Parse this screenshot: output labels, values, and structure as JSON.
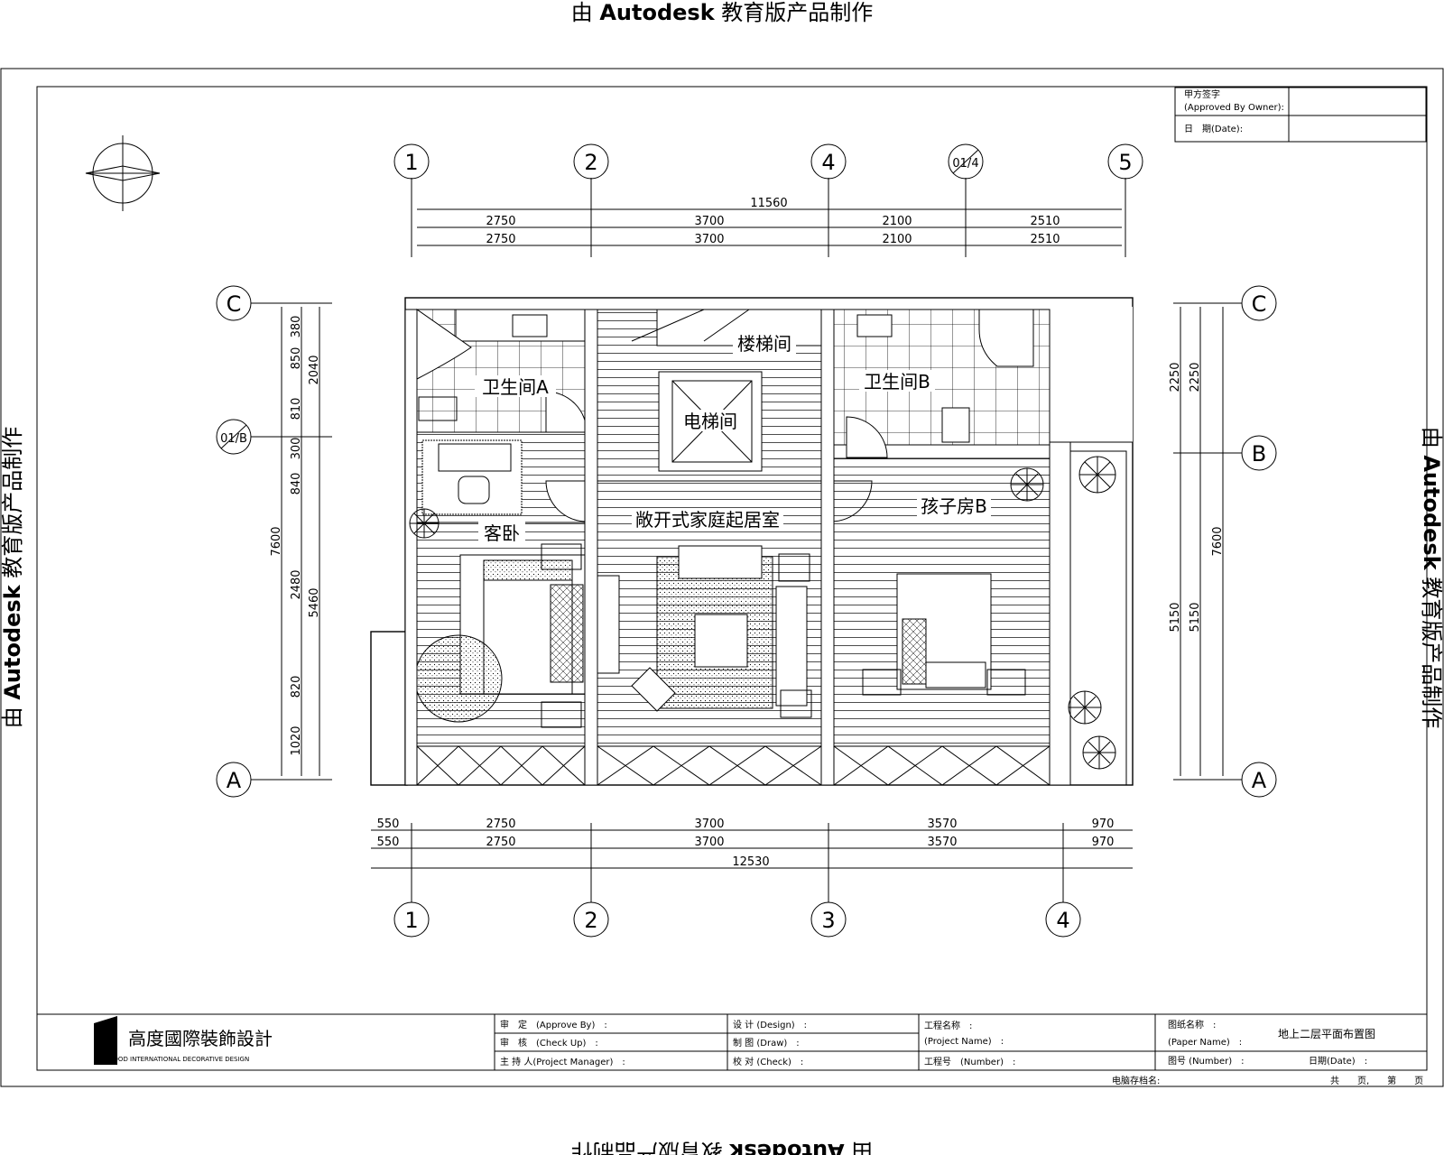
{
  "watermark": {
    "pre": "由 ",
    "brand": "Autodesk",
    "post": " 教育版产品制作"
  },
  "rooms": {
    "bath_a": "卫生间A",
    "stair": "楼梯间",
    "elevator": "电梯间",
    "bath_b": "卫生间B",
    "living": "敞开式家庭起居室",
    "guest": "客卧",
    "child": "孩子房B"
  },
  "top_axes": [
    "1",
    "2",
    "4",
    "01/4",
    "5"
  ],
  "bottom_axes": [
    "1",
    "2",
    "3",
    "4"
  ],
  "left_axes": [
    "C",
    "01/B",
    "A"
  ],
  "right_axes": [
    "C",
    "B",
    "A"
  ],
  "dims_top": {
    "total": "11560",
    "row1": [
      "2750",
      "3700",
      "2100",
      "2510"
    ],
    "row2": [
      "2750",
      "3700",
      "2100",
      "2510"
    ]
  },
  "dims_bottom": {
    "total": "12530",
    "row1": [
      "550",
      "2750",
      "3700",
      "3570",
      "970"
    ],
    "row2": [
      "550",
      "2750",
      "3700",
      "3570",
      "970"
    ]
  },
  "dims_left": {
    "inner": [
      "380",
      "850",
      "810",
      "300",
      "840",
      "2480",
      "820",
      "1020"
    ],
    "mid": [
      "2040",
      "5460"
    ],
    "outer": "7600"
  },
  "dims_right": {
    "inner": [
      "2250",
      "5150"
    ],
    "mid": [
      "2250",
      "5150"
    ],
    "outer": "7600"
  },
  "approval": {
    "owner": "甲方签字",
    "owner_en": "(Approved By Owner):",
    "date": "日　期(Date):"
  },
  "title_block": {
    "company_cn": "高度國際裝飾設計",
    "company_en": "GOOD INTERNATIONAL DECORATIVE DESIGN",
    "approve": "审　定　(Approve By)　:",
    "check": "审　核　(Check Up)　:",
    "manager": "主 持 人(Project Manager)　:",
    "design": "设 计 (Design)　:",
    "draw": "制 图 (Draw)　:",
    "checker": "校 对 (Check)　:",
    "project_name": "工程名称　:",
    "project_name_en": "(Project Name)　:",
    "project_no": "工程号　(Number)　:",
    "paper_name": "图纸名称　:",
    "paper_name_en": "(Paper Name)　:",
    "paper_value": "地上二层平面布置图",
    "paper_no": "图号 (Number)　:",
    "date": "日期(Date)　:",
    "file_name": "电脑存档名:",
    "pages": "共　　页,　　第　　页"
  }
}
